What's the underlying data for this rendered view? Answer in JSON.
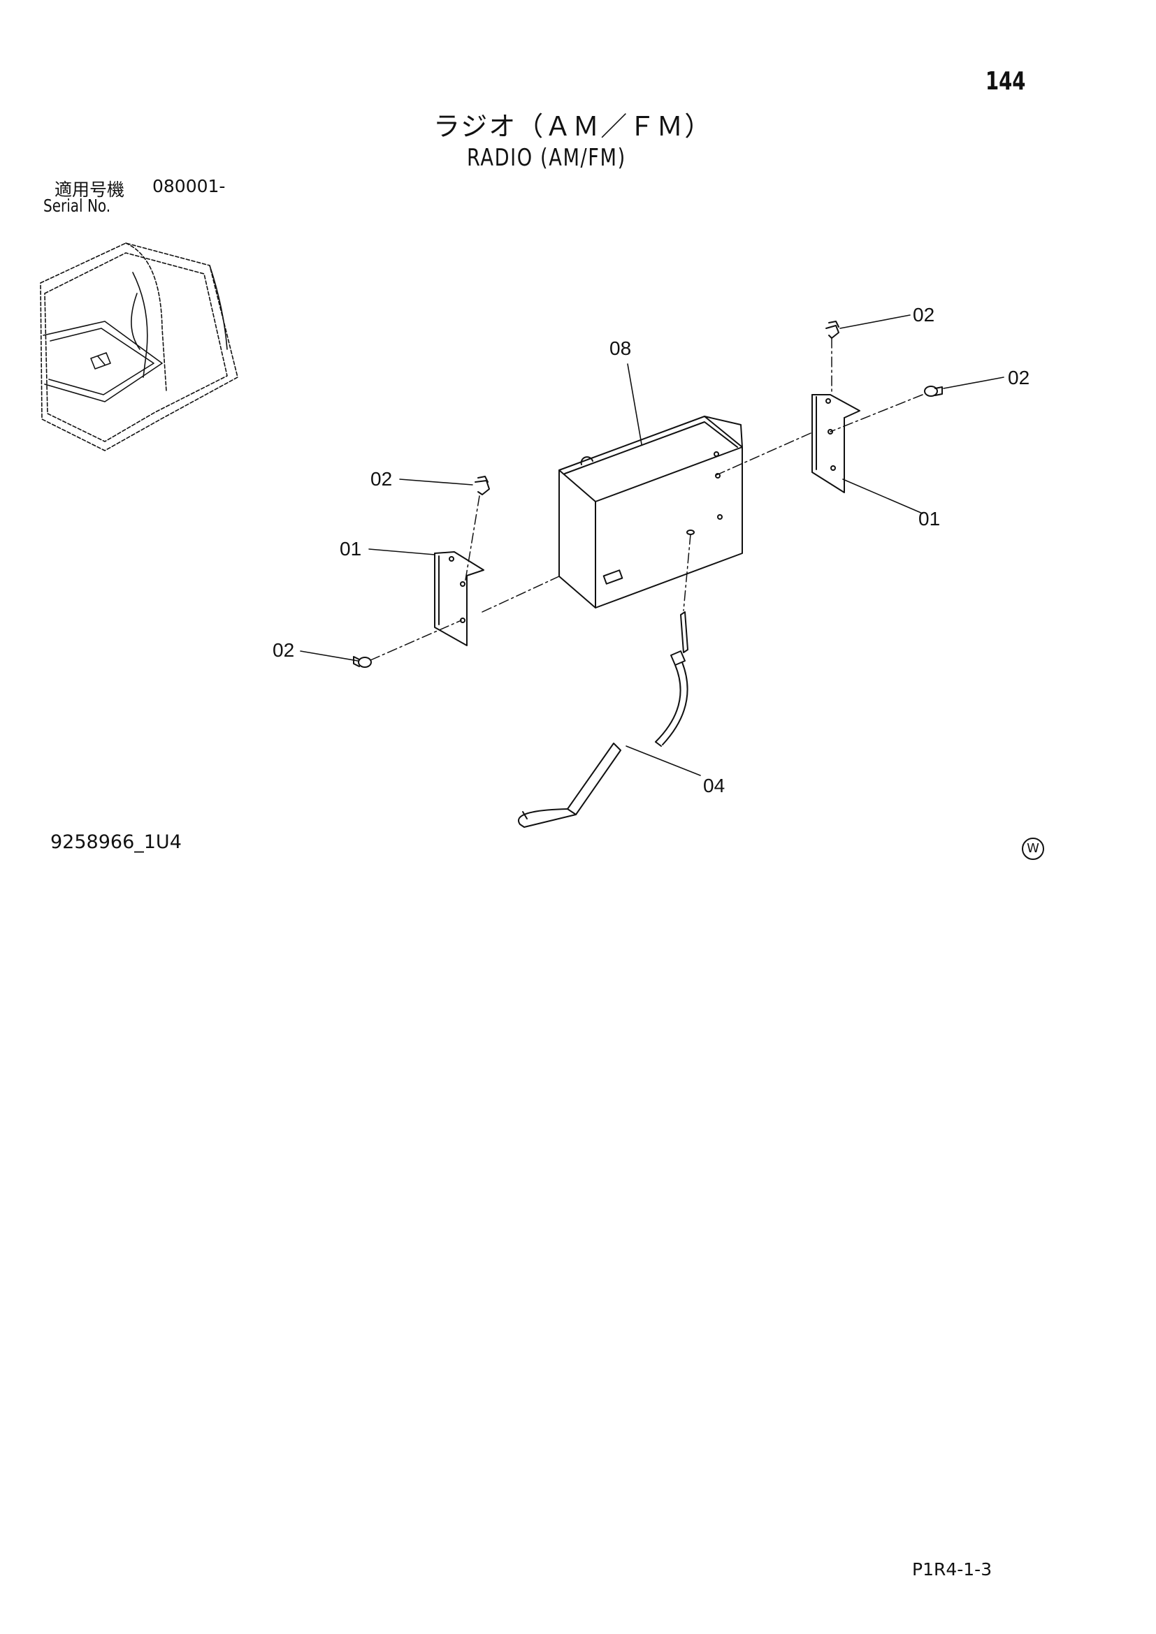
{
  "page_number": "144",
  "title_jp": "ラジオ（ＡＭ／ＦＭ）",
  "title_en": "RADIO (AM/FM)",
  "serial": {
    "label_jp": "適用号機",
    "value": "080001-",
    "label_en": "Serial No."
  },
  "callouts": {
    "c08": "08",
    "c02_top": "02",
    "c02_right": "02",
    "c02_left_upper": "02",
    "c01_left": "01",
    "c01_right": "01",
    "c02_left_lower": "02",
    "c04": "04"
  },
  "drawing_code": "9258966_1U4",
  "w_mark": "W",
  "footer_code": "P1R4-1-3"
}
